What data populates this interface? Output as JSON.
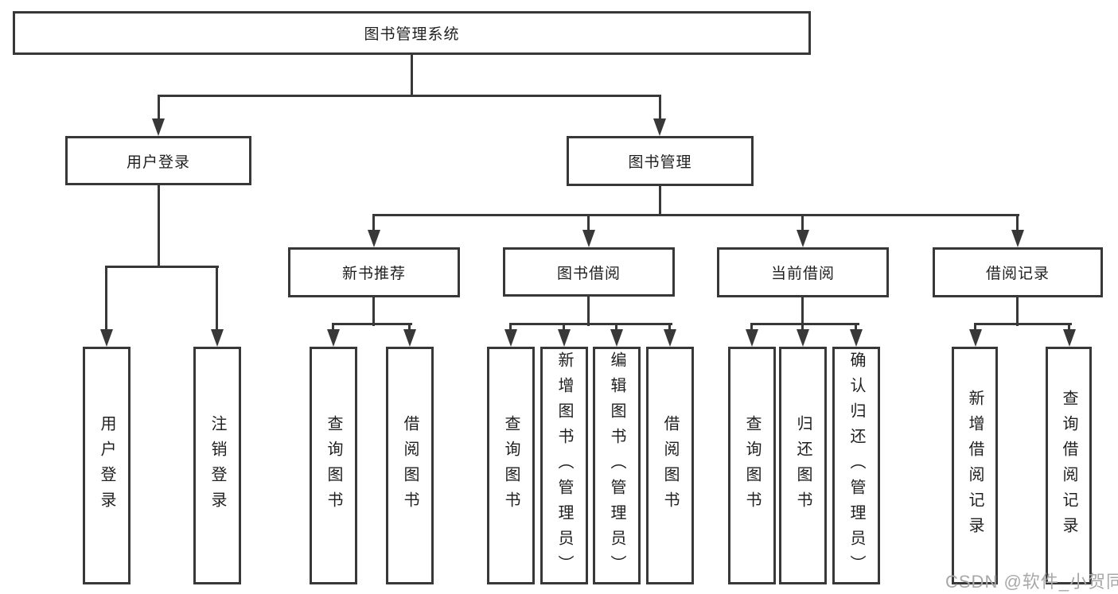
{
  "tree": {
    "root": {
      "label": "图书管理系统"
    },
    "branches": [
      {
        "label": "用户登录",
        "children": [
          {
            "label": "用户登录"
          },
          {
            "label": "注销登录"
          }
        ]
      },
      {
        "label": "图书管理",
        "children": [
          {
            "label": "新书推荐",
            "children": [
              {
                "label": "查询图书"
              },
              {
                "label": "借阅图书"
              }
            ]
          },
          {
            "label": "图书借阅",
            "children": [
              {
                "label": "查询图书"
              },
              {
                "label": "新增图书（管理员）"
              },
              {
                "label": "编辑图书（管理员）"
              },
              {
                "label": "借阅图书"
              }
            ]
          },
          {
            "label": "当前借阅",
            "children": [
              {
                "label": "查询图书"
              },
              {
                "label": "归还图书"
              },
              {
                "label": "确认归还（管理员）"
              }
            ]
          },
          {
            "label": "借阅记录",
            "children": [
              {
                "label": "新增借阅记录"
              },
              {
                "label": "查询借阅记录"
              }
            ]
          }
        ]
      }
    ]
  },
  "watermark": {
    "text": "CSDN @软件_小贺同学"
  },
  "colors": {
    "line": "#383838",
    "text": "#1f1f1f",
    "background": "#ffffff",
    "watermark": "#a8a8a8"
  }
}
